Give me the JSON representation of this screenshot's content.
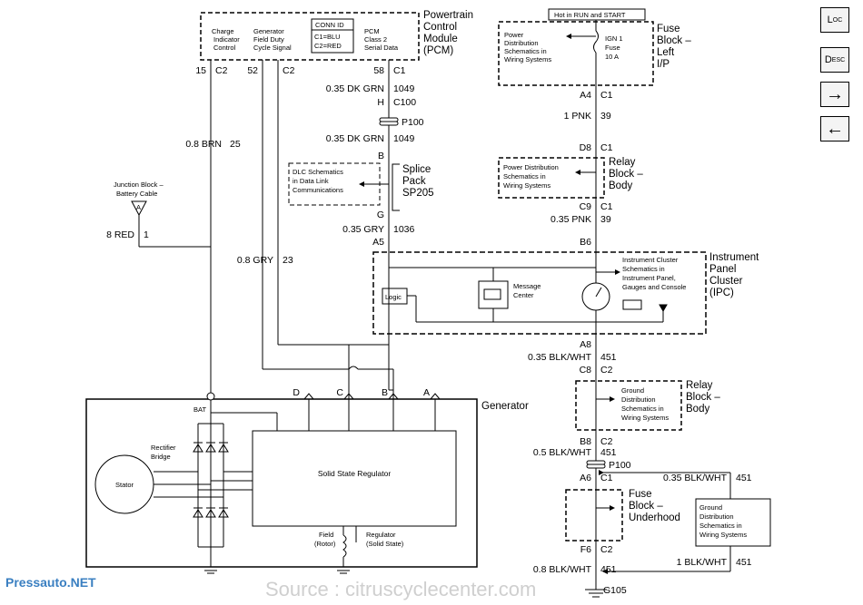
{
  "pcm": {
    "title_lines": [
      "Powertrain",
      "Control",
      "Module",
      "(PCM)"
    ],
    "charge_indicator": [
      "Charge",
      "Indicator",
      "Control"
    ],
    "generator_field": [
      "Generator",
      "Field Duty",
      "Cycle Signal"
    ],
    "pcm_serial": [
      "PCM",
      "Class 2",
      "Serial Data"
    ],
    "conn_id": [
      "CONN ID",
      "C1=BLU",
      "C2=RED"
    ],
    "pin_15": "15",
    "pin_15_conn": "C2",
    "pin_52": "52",
    "pin_52_conn": "C2",
    "pin_58": "58",
    "pin_58_conn": "C1"
  },
  "wires_left": {
    "brn_label": "0.8 BRN",
    "brn_circuit": "25",
    "gry_label": "0.8 GRY",
    "gry_circuit": "23",
    "red_label": "8 RED",
    "red_circuit": "1"
  },
  "junction_block": {
    "lines": [
      "Junction Block –",
      "Battery Cable"
    ],
    "letter": "A"
  },
  "serial_data": {
    "w1_label": "0.35 DK GRN",
    "w1_circuit": "1049",
    "h_c100": "H",
    "c100": "C100",
    "p100": "P100",
    "w2_label": "0.35 DK GRN",
    "w2_circuit": "1049",
    "b_pin": "B",
    "splice_lines": [
      "Splice",
      "Pack",
      "SP205"
    ],
    "dlc_lines": [
      "DLC Schematics",
      "in Data Link",
      "Communications"
    ],
    "g_pin": "G",
    "w3_label": "0.35 GRY",
    "w3_circuit": "1036",
    "a5": "A5"
  },
  "fuse_left": {
    "hot_label": "Hot in RUN and START",
    "title_lines": [
      "Fuse",
      "Block –",
      "Left",
      "I/P"
    ],
    "power_dist": [
      "Power",
      "Distribution",
      "Schematics in",
      "Wiring Systems"
    ],
    "ign_lines": [
      "IGN 1",
      "Fuse",
      "10 A"
    ],
    "a4": "A4",
    "a4_conn": "C1",
    "w_label": "1 PNK",
    "w_circuit": "39",
    "d8": "D8",
    "d8_conn": "C1"
  },
  "relay_body": {
    "title_lines": [
      "Relay",
      "Block –",
      "Body"
    ],
    "power_dist": [
      "Power Distribution",
      "Schematics in",
      "Wiring Systems"
    ],
    "c9": "C9",
    "c9_conn": "C1",
    "w_label": "0.35 PNK",
    "w_circuit": "39",
    "b6": "B6"
  },
  "ipc": {
    "title_lines": [
      "Instrument",
      "Panel",
      "Cluster",
      "(IPC)"
    ],
    "schem_lines": [
      "Instrument Cluster",
      "Schematics in",
      "Instrument Panel,",
      "Gauges and Console"
    ],
    "logic": "Logic",
    "message_lines": [
      "Message",
      "Center"
    ],
    "a8": "A8",
    "w_label": "0.35 BLK/WHT",
    "w_circuit": "451",
    "c8": "C8",
    "c8_conn": "C2"
  },
  "relay_ground": {
    "title_lines": [
      "Relay",
      "Block –",
      "Body"
    ],
    "ground_lines": [
      "Ground",
      "Distribution",
      "Schematics in",
      "Wiring Systems"
    ],
    "b8": "B8",
    "b8_conn": "C2",
    "w_label": "0.5 BLK/WHT",
    "w_circuit": "451",
    "p100": "P100",
    "a6": "A6",
    "a6_conn": "C1",
    "right_label": "0.35 BLK/WHT",
    "right_circuit": "451"
  },
  "fuse_under": {
    "title_lines": [
      "Fuse",
      "Block –",
      "Underhood"
    ],
    "ground_box": [
      "Ground",
      "Distribution",
      "Schematics in",
      "Wiring Systems"
    ],
    "f6": "F6",
    "f6_conn": "C2",
    "w_label": "0.8 BLK/WHT",
    "w_circuit": "451",
    "right_label": "1 BLK/WHT",
    "right_circuit": "451",
    "g105": "G105"
  },
  "generator": {
    "title": "Generator",
    "bat": "BAT",
    "pins": [
      "D",
      "C",
      "B",
      "A"
    ],
    "rectifier": [
      "Rectifier",
      "Bridge"
    ],
    "stator": "Stator",
    "regulator": "Solid State Regulator",
    "field": [
      "Field",
      "(Rotor)"
    ],
    "reg_ss": [
      "Regulator",
      "(Solid State)"
    ]
  },
  "nav": {
    "loc": {
      "big": "L",
      "sub1": "O",
      "sub2": "C"
    },
    "desc": {
      "big": "D",
      "sub1": "E",
      "sub2": "S",
      "sub3": "C"
    },
    "forward": "→",
    "back": "←"
  },
  "footer": {
    "brand": "Pressauto.NET",
    "source": "Source : citruscyclecenter.com"
  }
}
